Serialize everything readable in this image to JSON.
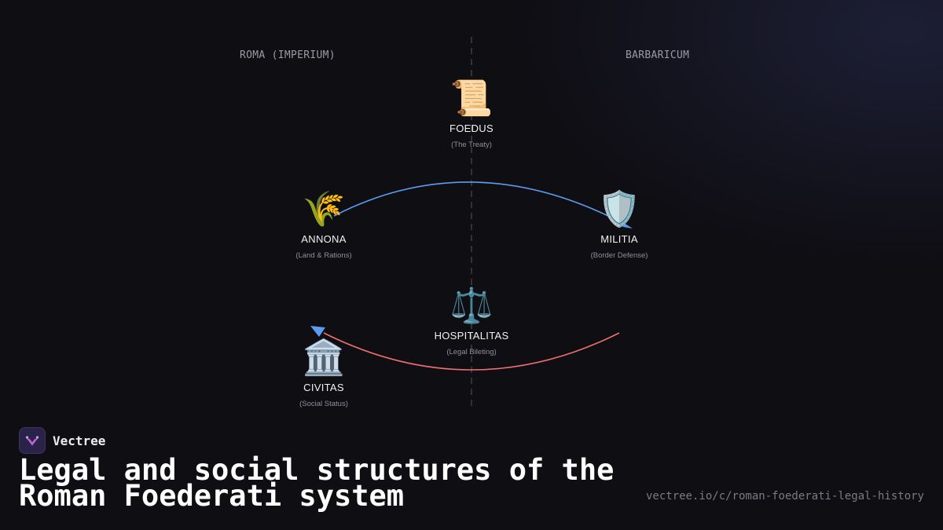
{
  "diagram": {
    "left_label": "ROMA (IMPERIUM)",
    "right_label": "BARBARICUM",
    "nodes": {
      "foedus": {
        "icon": "📜",
        "icon_name": "scroll-icon",
        "title": "FOEDUS",
        "subtitle": "(The Treaty)"
      },
      "annona": {
        "icon": "🌾",
        "icon_name": "wheat-icon",
        "title": "ANNONA",
        "subtitle": "(Land & Rations)"
      },
      "militia": {
        "icon": "🛡️",
        "icon_name": "shield-icon",
        "title": "MILITIA",
        "subtitle": "(Border Defense)"
      },
      "hospitalitas": {
        "icon": "⚖️",
        "icon_name": "scales-icon",
        "title": "HOSPITALITAS",
        "subtitle": "(Legal Bileting)"
      },
      "civitas": {
        "icon": "🏛️",
        "icon_name": "classical-building-icon",
        "title": "CIVITAS",
        "subtitle": "(Social Status)"
      }
    },
    "colors": {
      "upper_arrow": "#5b9cf0",
      "lower_arrow": "#ee6f6f",
      "divider": "#555560"
    }
  },
  "footer": {
    "brand_name": "Vectree",
    "title_line1": "Legal and social structures of the",
    "title_line2": "Roman Foederati system",
    "url": "vectree.io/c/roman-foederati-legal-history"
  }
}
